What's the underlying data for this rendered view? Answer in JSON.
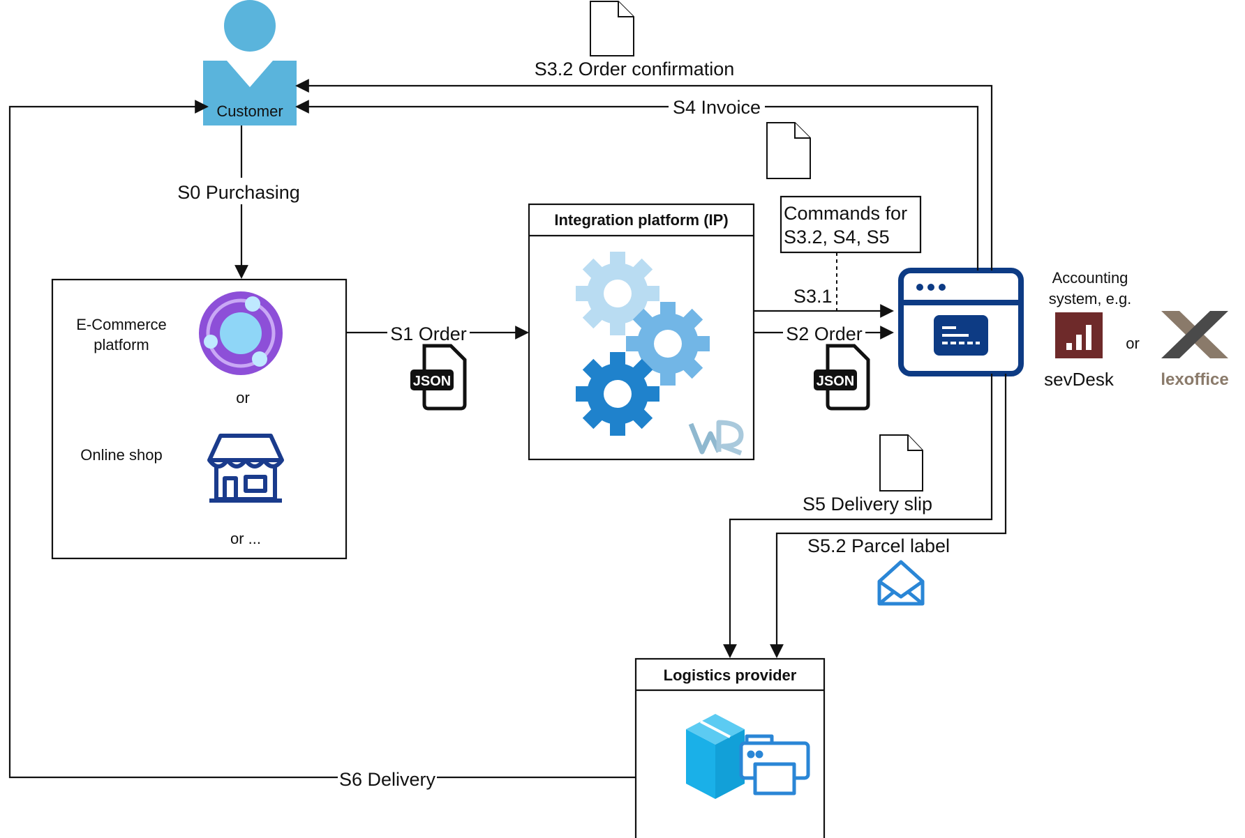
{
  "actors": {
    "customer": "Customer"
  },
  "flows": {
    "s0": "S0 Purchasing",
    "s1": "S1 Order",
    "s2": "S2 Order",
    "s31": "S3.1",
    "s32": "S3.2 Order confirmation",
    "s4": "S4 Invoice",
    "s5": "S5 Delivery slip",
    "s52": "S5.2 Parcel label",
    "s6": "S6 Delivery"
  },
  "shop_box": {
    "ecommerce_line1": "E-Commerce",
    "ecommerce_line2": "platform",
    "or1": "or",
    "online_shop": "Online shop",
    "or2": "or ..."
  },
  "integration_platform": {
    "title": "Integration platform (IP)"
  },
  "commands": {
    "line1": "Commands for",
    "line2": "S3.2, S4, S5"
  },
  "accounting": {
    "line1": "Accounting",
    "line2": "system, e.g.",
    "or": "or",
    "sevdesk": "sevDesk",
    "lexoffice": "lexoffice"
  },
  "logistics": {
    "title": "Logistics provider"
  },
  "badges": {
    "json": "JSON"
  },
  "colors": {
    "customer": "#5ab4dc",
    "gear_light": "#b9dcf2",
    "gear_mid": "#72b6e6",
    "gear_dark": "#1f82cc",
    "app_window": "#0d3b84",
    "shop_icon": "#1a3b8c",
    "ecom_purple": "#8d4fd8",
    "sevdesk": "#6e2a2a",
    "lexoffice": "#8a7a6a",
    "cube": "#1ab0e8",
    "printer": "#2a86d6",
    "envelope": "#2a86d6"
  }
}
